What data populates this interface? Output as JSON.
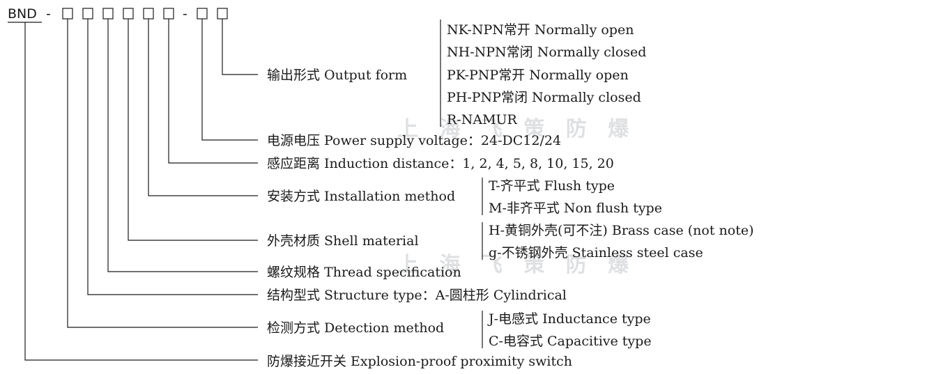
{
  "model": {
    "prefix": "BND",
    "separator": "-",
    "first_group_count": 6,
    "second_group_count": 2
  },
  "watermark": "上 海 飞 策 防 爆",
  "fields": [
    {
      "id": "output-form",
      "label": "输出形式  Output form",
      "options": [
        "NK-NPN常开  Normally open",
        "NH-NPN常闭  Normally closed",
        "PK-PNP常开  Normally open",
        "PH-PNP常闭  Normally closed",
        "R-NAMUR"
      ]
    },
    {
      "id": "power-supply",
      "label": "电源电压  Power supply voltage：24-DC12/24"
    },
    {
      "id": "induction-distance",
      "label": "感应距离  Induction distance：1, 2, 4, 5, 8, 10, 15, 20"
    },
    {
      "id": "installation-method",
      "label": "安装方式  Installation method",
      "options": [
        "T-齐平式  Flush type",
        "M-非齐平式  Non flush type"
      ]
    },
    {
      "id": "shell-material",
      "label": "外壳材质  Shell material",
      "options": [
        "H-黄铜外壳(可不注)  Brass case (not note)",
        "g-不锈钢外壳  Stainless steel case"
      ]
    },
    {
      "id": "thread-spec",
      "label": "螺纹规格  Thread specification"
    },
    {
      "id": "structure-type",
      "label": "结构型式  Structure type：A-圆柱形  Cylindrical"
    },
    {
      "id": "detection-method",
      "label": "检测方式  Detection method",
      "options": [
        "J-电感式  Inductance type",
        "C-电容式  Capacitive type"
      ]
    },
    {
      "id": "product-name",
      "label": "防爆接近开关 Explosion-proof proximity switch"
    }
  ]
}
